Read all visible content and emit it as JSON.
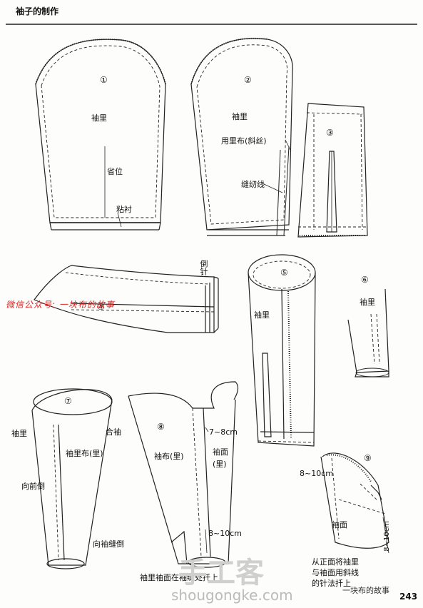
{
  "header": {
    "title": "袖子的制作"
  },
  "page_number": "243",
  "labels": {
    "n1": "①",
    "n2": "②",
    "n3": "③",
    "n4": "④",
    "n5": "⑤",
    "n6": "⑥",
    "n7": "⑦",
    "n8": "⑧",
    "n9": "⑨",
    "lining_1": "袖里",
    "dart_position": "省位",
    "interfacing": "粘衬",
    "lining_2": "袖里",
    "lining_fabric_bias": "用里布(斜丝)",
    "stitch_line": "缝纫线",
    "lining_5": "袖里",
    "lining_6": "袖里",
    "needle_side": "倒针",
    "lining_7": "袖里",
    "join_sleeve": "合袖",
    "lining_fabric_inner": "袖里布(里)",
    "toward_front": "向前倒",
    "toward_seam": "向袖缝倒",
    "sleeve_fabric_inner": "袖布(里)",
    "sleeve_face": "袖面",
    "sleeve_face_inner": "(里)",
    "measure_7_8": "7~8cm",
    "measure_8_10_a": "8~10cm",
    "bottom_caption": "袖里袖面在袖缝处扦上",
    "measure_8_10_b": "8~10cm",
    "measure_8_10_c": "8~10cm",
    "sleeve_face_9": "袖面",
    "caption_9_line1": "从正面将袖里",
    "caption_9_line2": "与袖面用斜线",
    "caption_9_line3": "的针法扦上"
  },
  "watermarks": {
    "red": "微信公众号: 一块布的故事",
    "site": "手工客",
    "url": "shougongke.com",
    "brand": "一块布的故事"
  }
}
